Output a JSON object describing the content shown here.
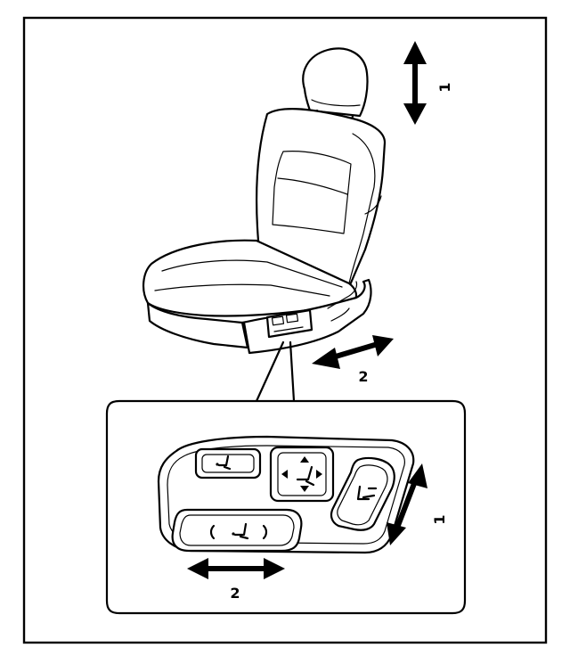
{
  "labels": {
    "arrow_1_top": "1",
    "arrow_2_top": "2",
    "arrow_1_inset": "1",
    "arrow_2_inset": "2"
  },
  "colors": {
    "line": "#000000",
    "background": "#ffffff"
  },
  "icons": {
    "seat": "power-seat-illustration",
    "switch_panel": "seat-control-switch-panel"
  }
}
